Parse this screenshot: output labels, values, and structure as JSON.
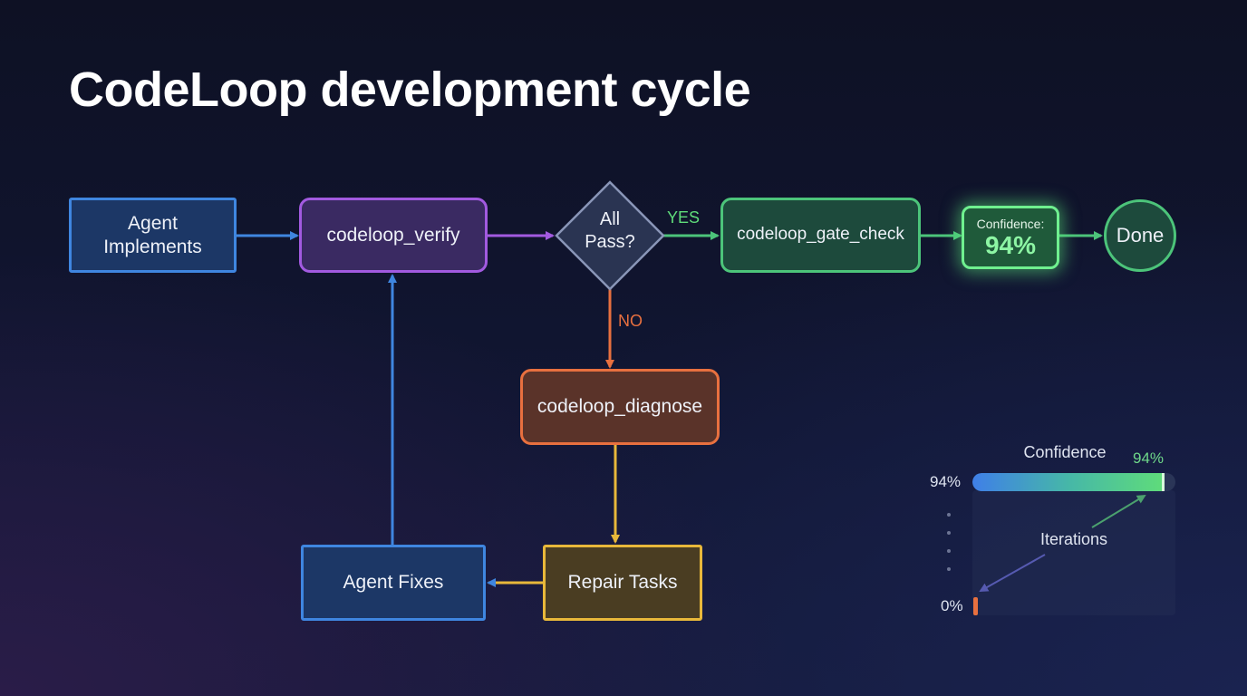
{
  "title": "CodeLoop development cycle",
  "nodes": {
    "agent_implements": "Agent\nImplements",
    "verify": "codeloop_verify",
    "decision": "All\nPass?",
    "gate_check": "codeloop_gate_check",
    "confidence_label": "Confidence:",
    "confidence_value": "94%",
    "done": "Done",
    "diagnose": "codeloop_diagnose",
    "repair_tasks": "Repair Tasks",
    "agent_fixes": "Agent Fixes"
  },
  "edges": {
    "yes_label": "YES",
    "no_label": "NO"
  },
  "mini_chart": {
    "title": "Confidence",
    "top_value": "94%",
    "axis_top": "94%",
    "axis_bottom": "0%",
    "iterations_label": "Iterations",
    "progress_fraction": 0.94
  },
  "colors": {
    "blue": "#3f86e0",
    "purple": "#a25ae0",
    "green": "#4cc47a",
    "orange": "#e8703f",
    "yellow": "#e8b83a"
  }
}
